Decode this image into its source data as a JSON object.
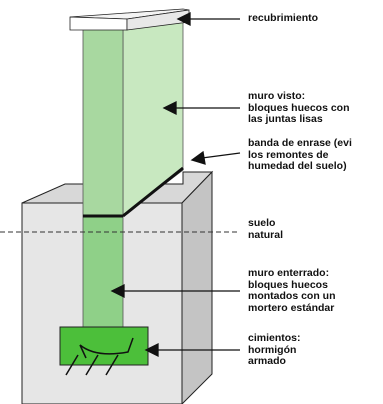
{
  "labels": {
    "cap": "recubrimiento",
    "visible_wall": "muro visto:\nbloques huecos con\nlas juntas lisas",
    "leveling_band": "banda de enrase (evi\nlos remontes de\nhumedad del suelo)",
    "ground": "suelo\nnatural",
    "buried_wall": "muro enterrado:\nbloques huecos\nmontados con un\nmortero estándar",
    "foundation": "cimientos:\nhormigón\narmado"
  },
  "colors": {
    "wall_front": "#a8d8a0",
    "wall_side": "#c8e8c0",
    "wall_buried": "#8fd088",
    "foundation": "#4cbf3a",
    "soil": "#e6e6e6",
    "soil_side": "#c4c4c4",
    "line": "#111111"
  }
}
